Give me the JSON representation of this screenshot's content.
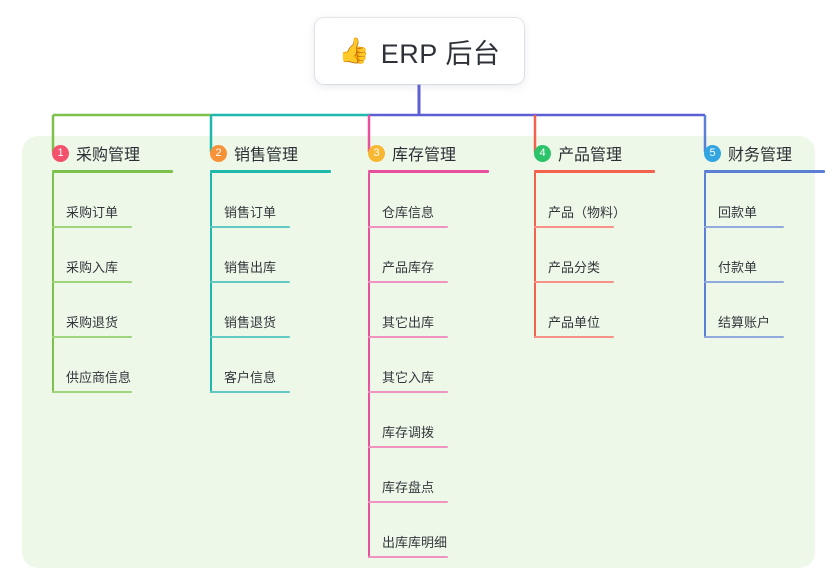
{
  "root": {
    "icon": "thumbs-up-icon",
    "icon_glyph": "👍",
    "title": "ERP 后台"
  },
  "panel": {
    "background_color": "#eef8e9"
  },
  "trunk": {
    "color": "#5d5fd4"
  },
  "columns": [
    {
      "index": "1",
      "title": "采购管理",
      "badge_color": "#f4516c",
      "line_color": "#7cc24a",
      "leaf_line_color": "#9fd47c",
      "bus_color": "#7cc24a",
      "items": [
        {
          "label": "采购订单"
        },
        {
          "label": "采购入库"
        },
        {
          "label": "采购退货"
        },
        {
          "label": "供应商信息"
        }
      ]
    },
    {
      "index": "2",
      "title": "销售管理",
      "badge_color": "#f79238",
      "line_color": "#1fb8ad",
      "leaf_line_color": "#63c9c1",
      "bus_color": "#1fb8ad",
      "items": [
        {
          "label": "销售订单"
        },
        {
          "label": "销售出库"
        },
        {
          "label": "销售退货"
        },
        {
          "label": "客户信息"
        }
      ]
    },
    {
      "index": "3",
      "title": "库存管理",
      "badge_color": "#f7b731",
      "line_color": "#e8509e",
      "leaf_line_color": "#ef93c1",
      "bus_color": "#5d5fd4",
      "items": [
        {
          "label": "仓库信息"
        },
        {
          "label": "产品库存"
        },
        {
          "label": "其它出库"
        },
        {
          "label": "其它入库"
        },
        {
          "label": "库存调拨"
        },
        {
          "label": "库存盘点"
        },
        {
          "label": "出库库明细"
        }
      ]
    },
    {
      "index": "4",
      "title": "产品管理",
      "badge_color": "#2bc46a",
      "line_color": "#f4614f",
      "leaf_line_color": "#f79286",
      "bus_color": "#5d5fd4",
      "items": [
        {
          "label": "产品（物料）"
        },
        {
          "label": "产品分类"
        },
        {
          "label": "产品单位"
        }
      ]
    },
    {
      "index": "5",
      "title": "财务管理",
      "badge_color": "#32a6e0",
      "line_color": "#5b7fd4",
      "leaf_line_color": "#91aade",
      "bus_color": "#5d5fd4",
      "items": [
        {
          "label": "回款单"
        },
        {
          "label": "付款单"
        },
        {
          "label": "结算账户"
        }
      ]
    }
  ]
}
